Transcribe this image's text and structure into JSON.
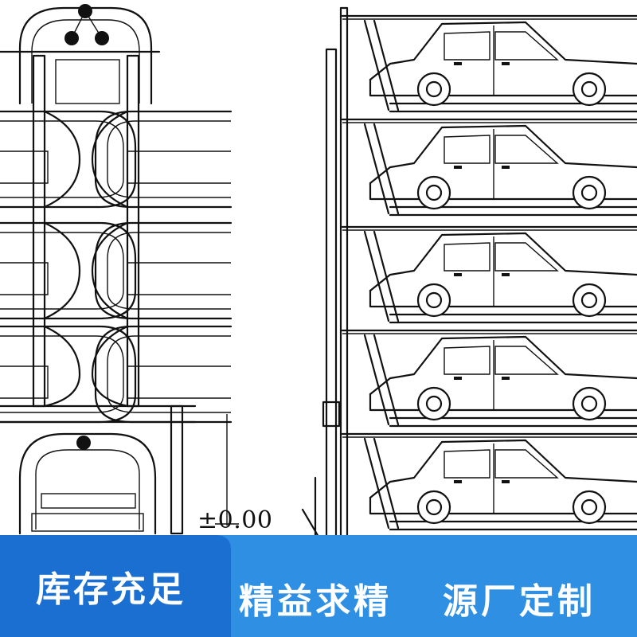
{
  "drawing": {
    "level_marker": "±0.00"
  },
  "banner": {
    "tag": "库存充足",
    "slogan_1": "精益求精",
    "slogan_2": "源厂定制"
  },
  "colors": {
    "banner_blue": "#2f8fe3",
    "tag_blue": "#1a6fd1",
    "line": "#111111"
  },
  "icons": [
    "car-icon",
    "parking-tower-icon"
  ]
}
